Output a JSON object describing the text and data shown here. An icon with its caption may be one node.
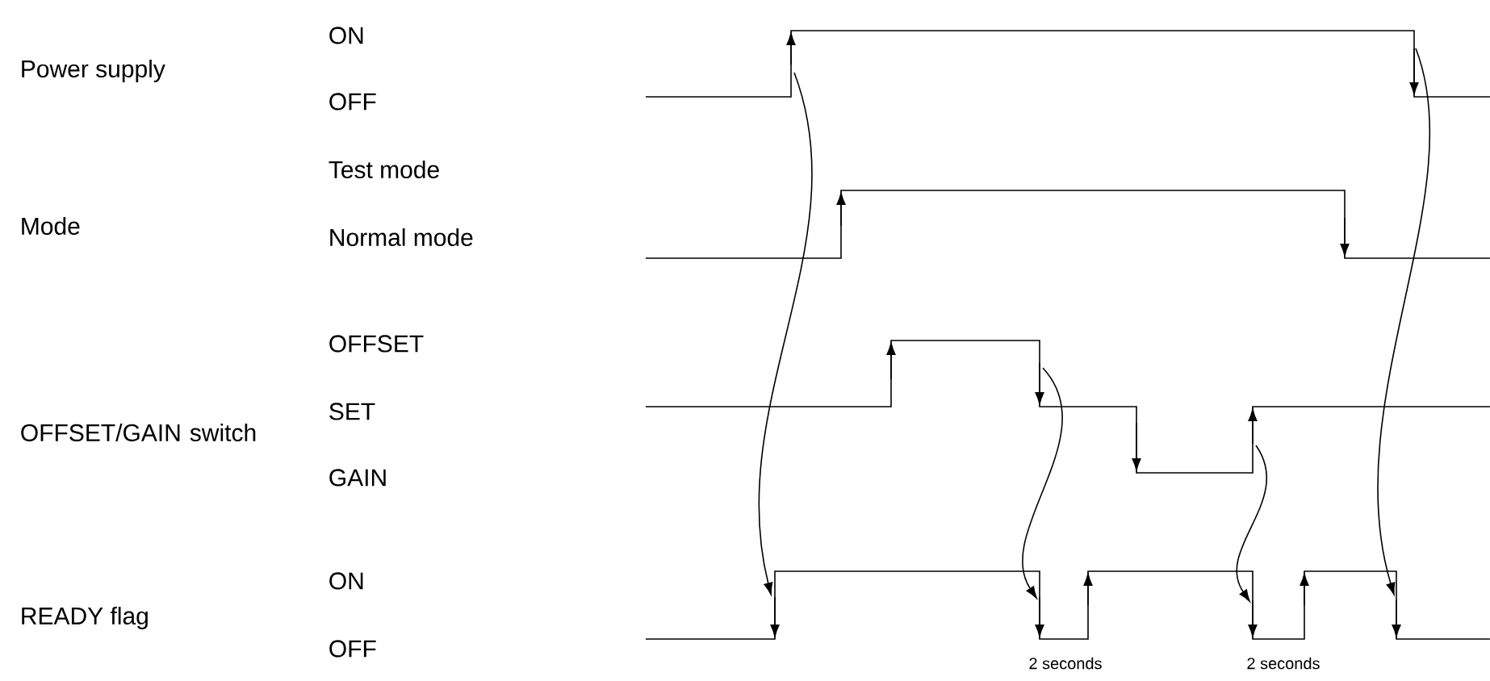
{
  "diagram": {
    "labels": [
      "ON",
      "Power supply",
      "OFF",
      "Test mode",
      "Mode",
      "Normal mode",
      "OFFSET",
      "OFFSET/GAIN switch",
      "SET",
      "GAIN",
      "ON",
      "READY flag",
      "OFF",
      "2 seconds",
      "2 seconds"
    ]
  }
}
